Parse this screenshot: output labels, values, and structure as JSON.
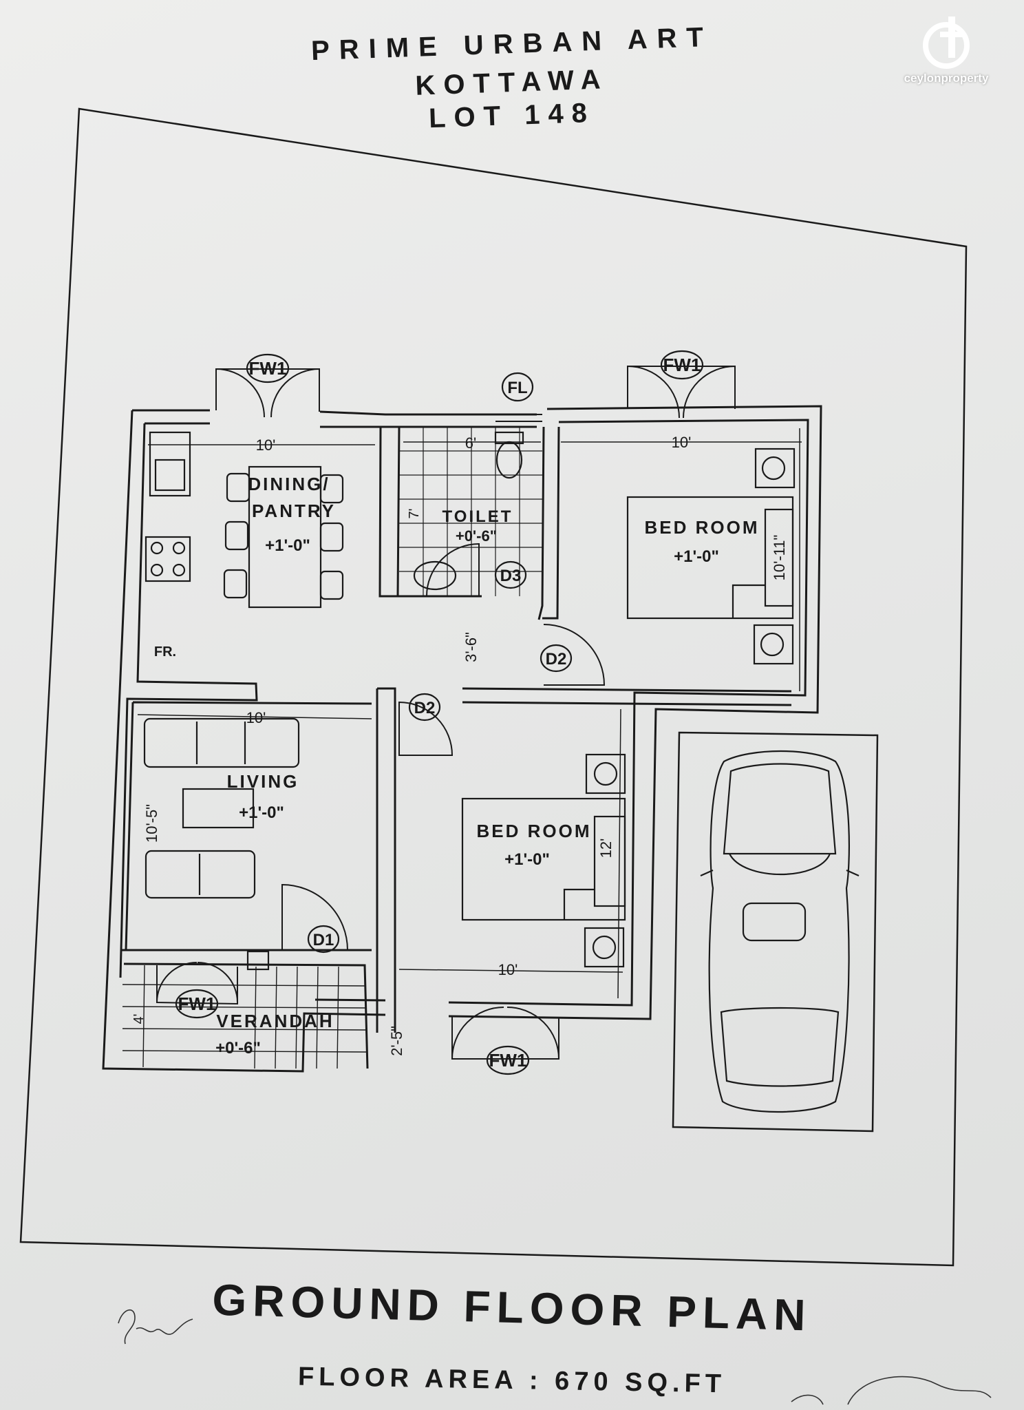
{
  "header": {
    "line1": "PRIME URBAN ART",
    "line2": "KOTTAWA",
    "line3": "LOT 148"
  },
  "logo": {
    "text": "ceylonproperty",
    "icon": "ceylonproperty-logo-icon"
  },
  "rooms": {
    "dining": {
      "name_line1": "DINING/",
      "name_line2": "PANTRY",
      "level": "+1'-0\""
    },
    "toilet": {
      "name": "TOILET",
      "level": "+0'-6\""
    },
    "bedroom1": {
      "name": "BED ROOM",
      "level": "+1'-0\""
    },
    "living": {
      "name": "LIVING",
      "level": "+1'-0\""
    },
    "bedroom2": {
      "name": "BED ROOM",
      "level": "+1'-0\""
    },
    "verandah": {
      "name": "VERANDAH",
      "level": "+0'-6\""
    },
    "fridge": "FR."
  },
  "openings": {
    "fw1": "FW1",
    "fl": "FL",
    "d1": "D1",
    "d2": "D2",
    "d3": "D3"
  },
  "dimensions": {
    "dining_width": "10'",
    "toilet_width": "6'",
    "toilet_depth": "7'",
    "bed1_width": "10'",
    "bed1_depth": "10'-11\"",
    "passage": "3'-6\"",
    "living_width": "10'",
    "living_depth": "10'-5\"",
    "bed2_width": "10'",
    "bed2_depth": "12'",
    "verandah_depth": "4'",
    "entrance": "2'-5\""
  },
  "footer": {
    "title": "GROUND FLOOR PLAN",
    "area": "FLOOR AREA : 670 SQ.FT"
  },
  "colors": {
    "ink": "#1a1a1a",
    "paper": "#e8e9e8"
  }
}
